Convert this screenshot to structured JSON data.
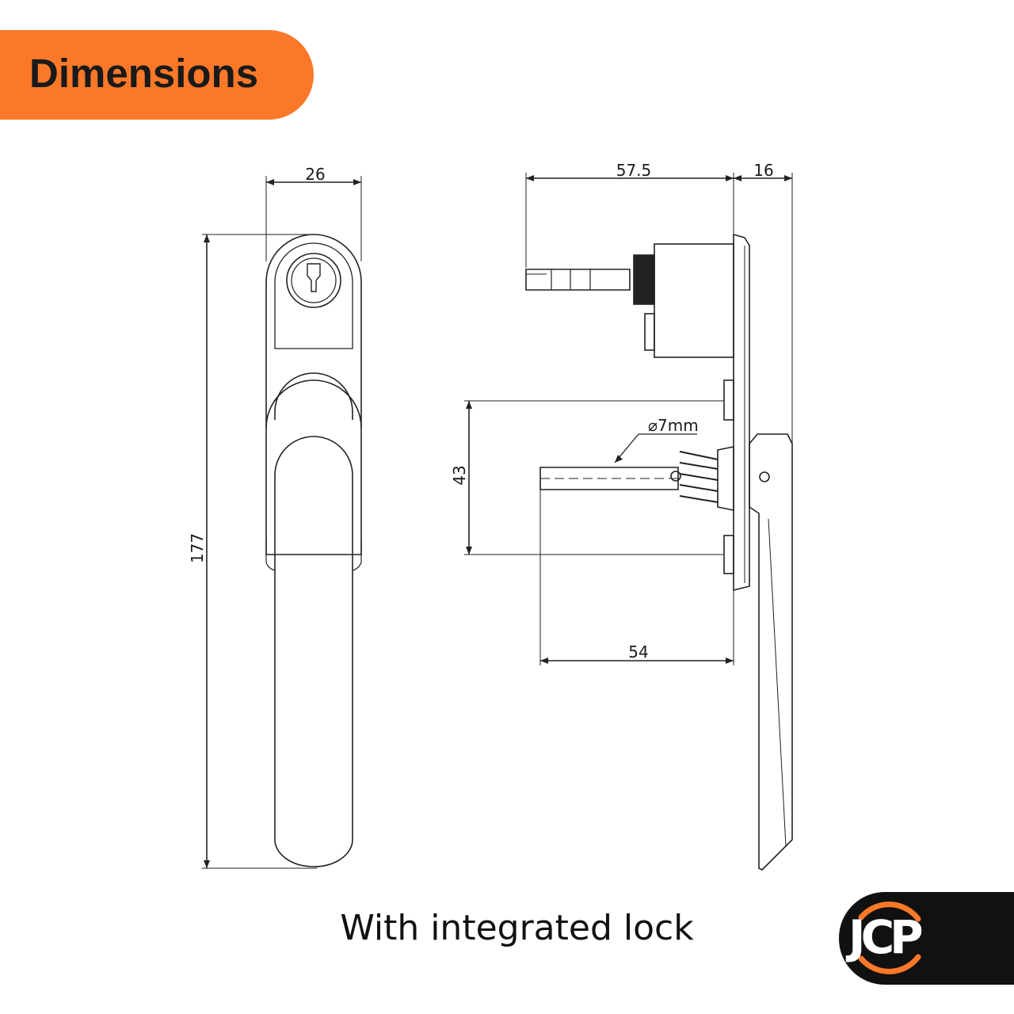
{
  "header": {
    "title": "Dimensions",
    "accent_color": "#fa7828"
  },
  "dimensions": {
    "front_width": "26",
    "front_height": "177",
    "side_spindle_length": "57.5",
    "side_plate_depth": "16",
    "side_screw_spacing": "43",
    "side_screw_diameter": "⌀7mm",
    "side_screw_length": "54"
  },
  "caption": "With integrated lock",
  "logo": {
    "text": "JCP",
    "ring_color": "#fa7828",
    "badge_color": "#111111"
  }
}
